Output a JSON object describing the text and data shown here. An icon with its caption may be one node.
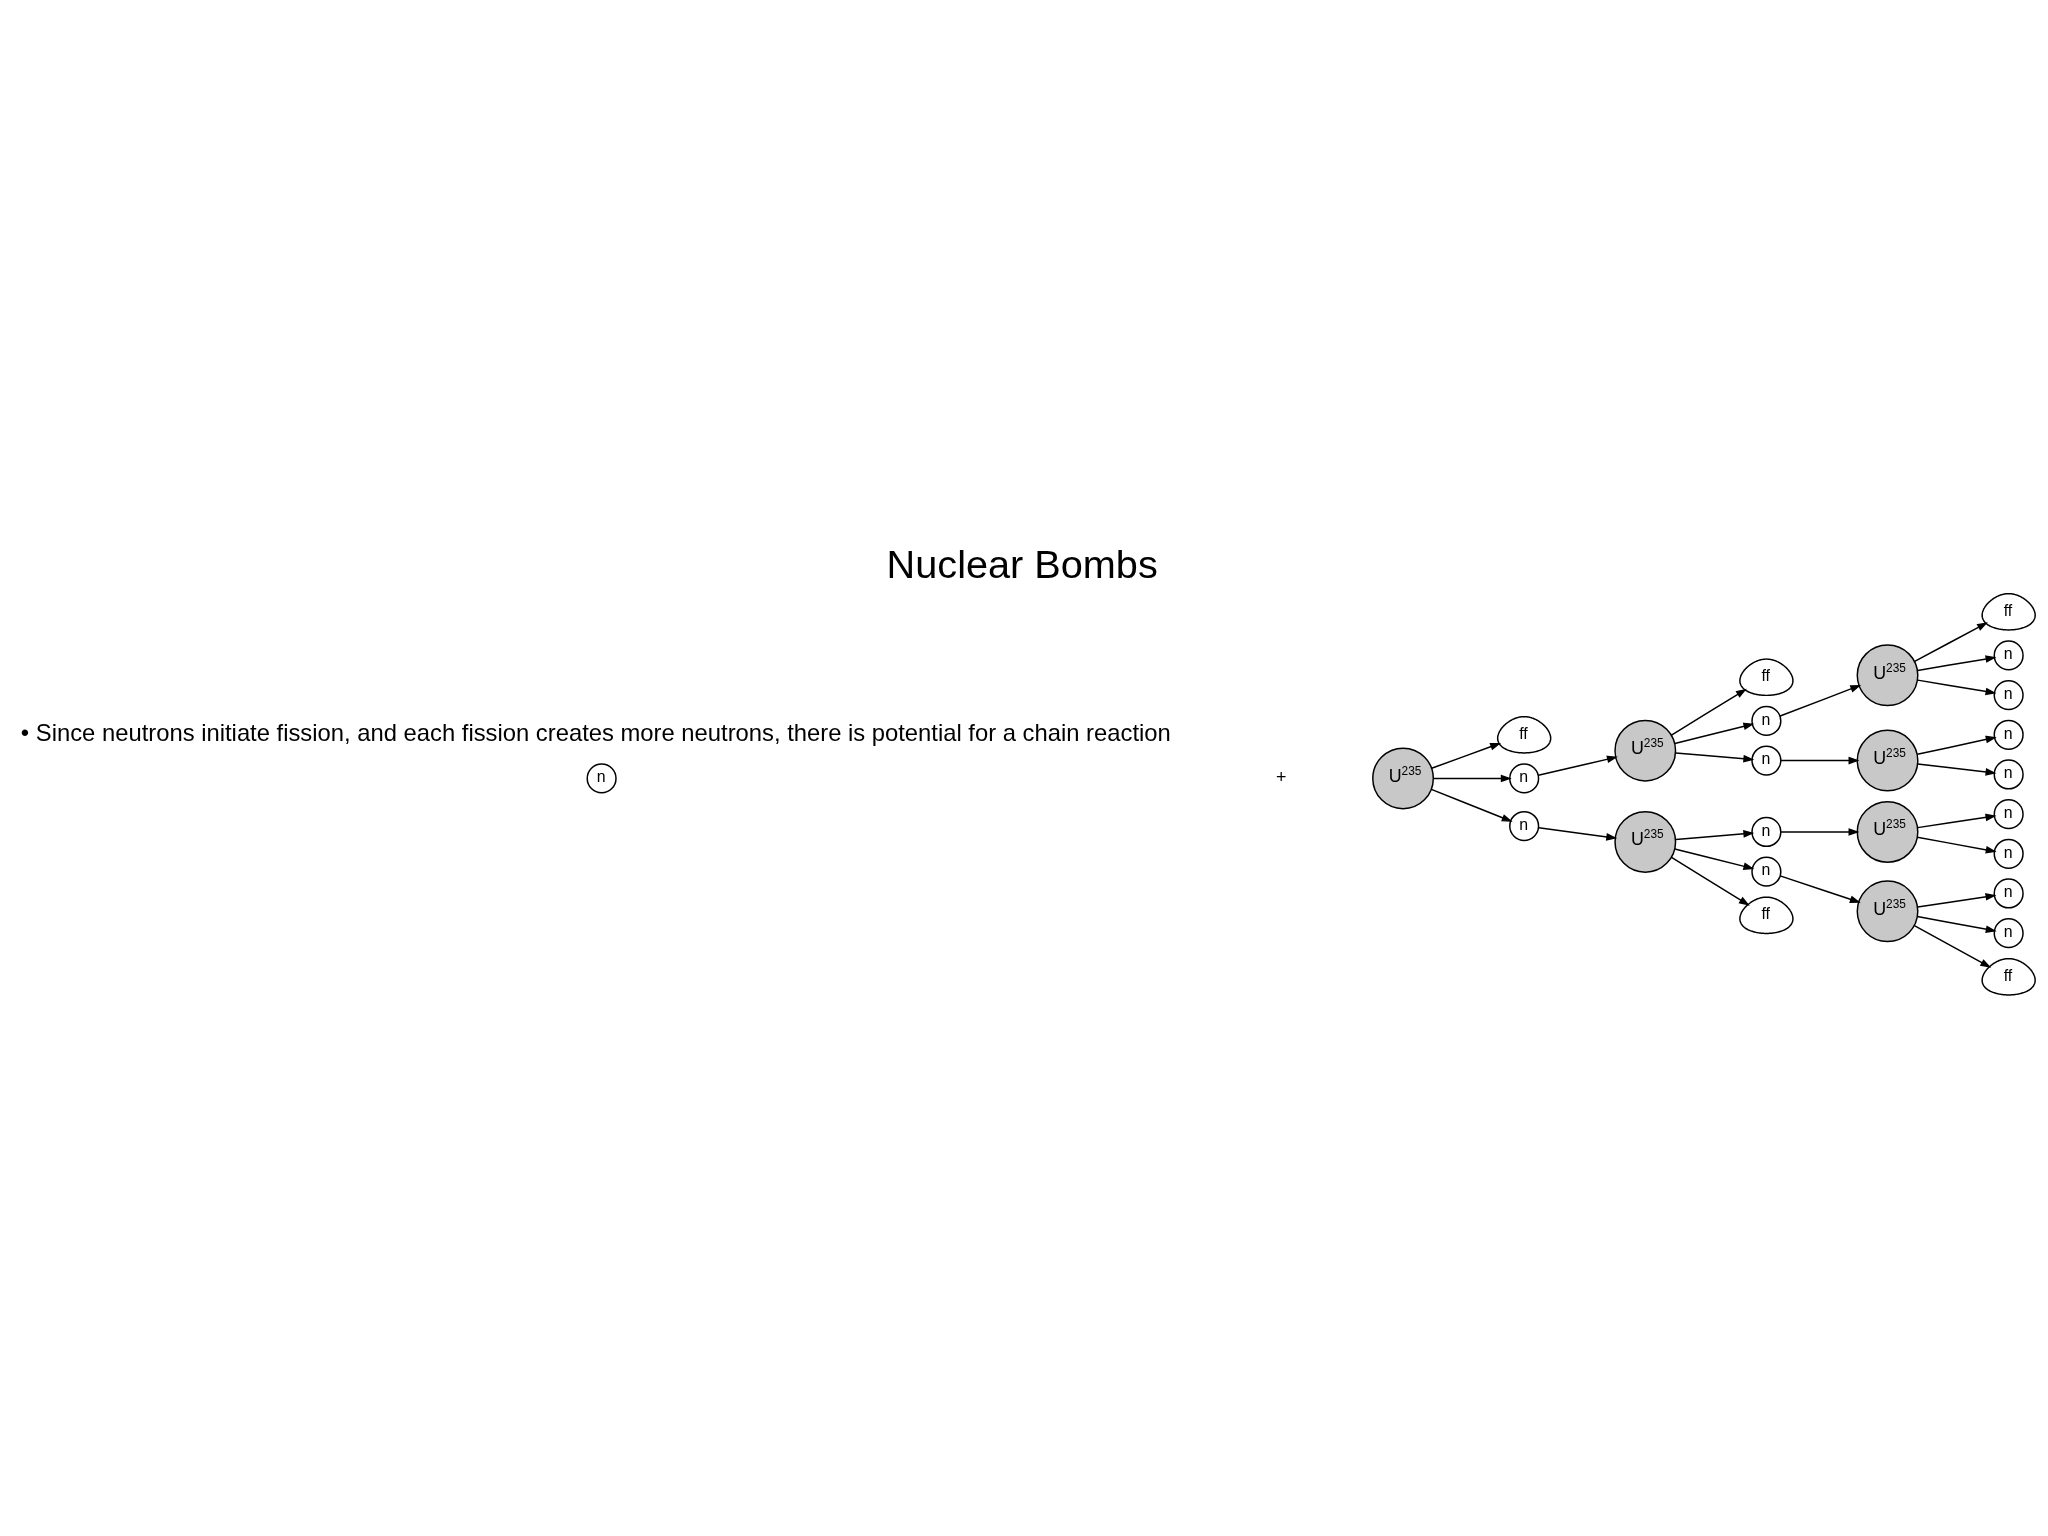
{
  "diagram": {
    "title": "Nuclear Bombs",
    "nodes": [
      {
        "text": [
          "n"
        ]
      },
      {
        "text": [
          "U$^{235}$"
        ]
      },
      {
        "text": [
          "ff"
        ]
      },
      {
        "text": [
          "n"
        ]
      },
      {
        "text": [
          "n"
        ]
      },
      {
        "text": [
          "U$^{235}$"
        ]
      },
      {
        "text": [
          "U$^{235}$"
        ]
      },
      {
        "text": [
          "ff"
        ]
      },
      {
        "text": [
          "n"
        ]
      },
      {
        "text": [
          "n"
        ]
      },
      {
        "text": [
          "n"
        ]
      },
      {
        "text": [
          "n"
        ]
      },
      {
        "text": [
          "ff"
        ]
      },
      {
        "text": [
          "U$^{235}$"
        ]
      },
      {
        "text": [
          "U$^{235}$"
        ]
      },
      {
        "text": [
          "U$^{235}$"
        ]
      },
      {
        "text": [
          "U$^{235}$"
        ]
      },
      {
        "text": [
          "ff"
        ]
      },
      {
        "text": [
          "n"
        ]
      },
      {
        "text": [
          "n"
        ]
      },
      {
        "text": [
          "n"
        ]
      },
      {
        "text": [
          "n"
        ]
      },
      {
        "text": [
          "n"
        ]
      },
      {
        "text": [
          "n"
        ]
      },
      {
        "text": [
          "n"
        ]
      },
      {
        "text": [
          "n"
        ]
      },
      {
        "text": [
          "ff"
        ]
      }
    ],
    "edges": [
      {
        "from": 1,
        "to": 2,
        "arrow": "to"
      },
      {
        "from": 1,
        "to": 3,
        "arrow": "to"
      },
      {
        "from": 1,
        "to": 4,
        "arrow": "to"
      },
      {
        "from": 3,
        "to": 5,
        "arrow": "to"
      },
      {
        "from": 4,
        "to": 6,
        "arrow": "to"
      },
      {
        "from": 5,
        "to": 7,
        "arrow": "to"
      },
      {
        "from": 5,
        "to": 8,
        "arrow": "to"
      },
      {
        "from": 5,
        "to": 9,
        "arrow": "to"
      },
      {
        "from": 6,
        "to": 10,
        "arrow": "to"
      },
      {
        "from": 6,
        "to": 11,
        "arrow": "to"
      },
      {
        "from": 6,
        "to": 12,
        "arrow": "to"
      },
      {
        "from": 8,
        "to": 13,
        "arrow": "to"
      },
      {
        "from": 9,
        "to": 14,
        "arrow": "to"
      },
      {
        "from": 10,
        "to": 15,
        "arrow": "to"
      },
      {
        "from": 11,
        "to": 16,
        "arrow": "to"
      },
      {
        "from": 13,
        "to": 17,
        "arrow": "to"
      },
      {
        "from": 13,
        "to": 18,
        "arrow": "to"
      },
      {
        "from": 13,
        "to": 19,
        "arrow": "to"
      },
      {
        "from": 14,
        "to": 20,
        "arrow": "to"
      },
      {
        "from": 14,
        "to": 21,
        "arrow": "to"
      },
      {
        "from": 15,
        "to": 22,
        "arrow": "to"
      },
      {
        "from": 15,
        "to": 23,
        "arrow": "to"
      },
      {
        "from": 16,
        "to": 24,
        "arrow": "to"
      },
      {
        "from": 16,
        "to": 25,
        "arrow": "to"
      },
      {
        "from": 16,
        "to": 26,
        "arrow": "to"
      }
    ],
    "labels": [
      "• Since neutrons initiate fission, and each fission creates more neutrons, there is potential for a chain reaction",
      "+"
    ]
  }
}
